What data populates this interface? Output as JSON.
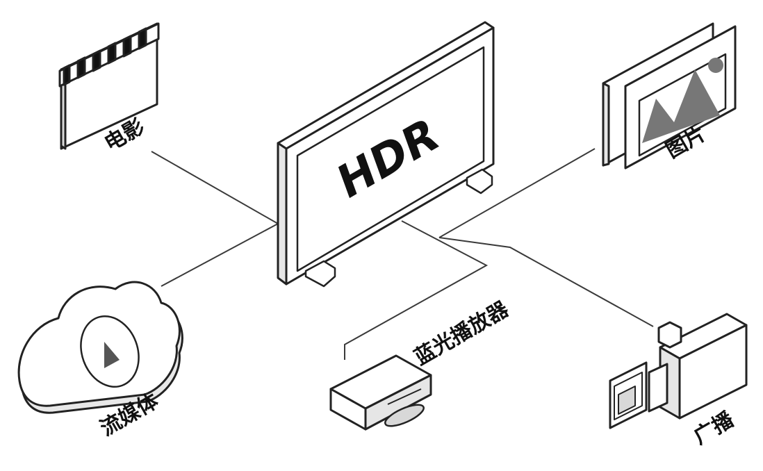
{
  "center": {
    "label": "HDR"
  },
  "sources": [
    {
      "id": "movie",
      "label": "电影",
      "icon": "clapperboard-icon"
    },
    {
      "id": "photo",
      "label": "图片",
      "icon": "photo-frame-icon"
    },
    {
      "id": "streaming",
      "label": "流媒体",
      "icon": "cloud-play-icon"
    },
    {
      "id": "bluray",
      "label": "蓝光播放器",
      "icon": "bluray-player-icon"
    },
    {
      "id": "broadcast",
      "label": "广播",
      "icon": "broadcast-camera-icon"
    }
  ],
  "colors": {
    "stroke": "#222222",
    "fill": "#ffffff",
    "shade": "#e6e6e6",
    "dark": "#555555"
  }
}
